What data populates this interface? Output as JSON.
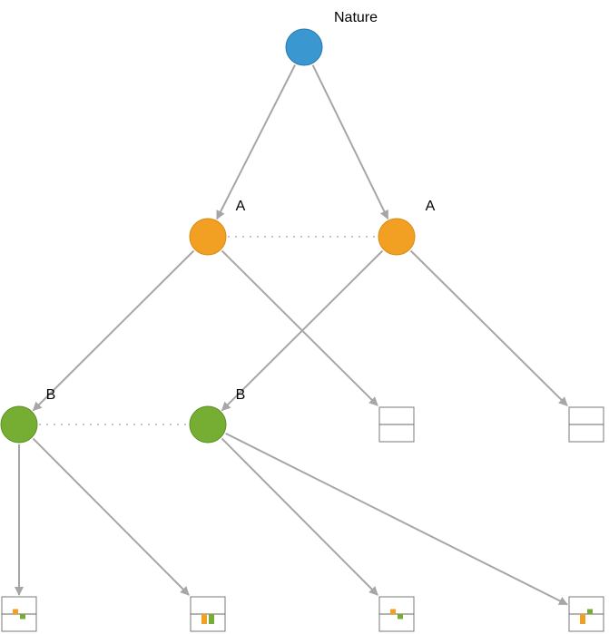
{
  "diagram": {
    "colors": {
      "nature": "#3a97cf",
      "player_a": "#f2a024",
      "player_b": "#76ad33",
      "edge": "#a6a6a6",
      "payoff_a": "#f2a024",
      "payoff_b": "#76ad33"
    },
    "nodes": [
      {
        "id": "nature",
        "label": "Nature",
        "player": "nature"
      },
      {
        "id": "a1",
        "label": "A",
        "player": "player_a"
      },
      {
        "id": "a2",
        "label": "A",
        "player": "player_a"
      },
      {
        "id": "b1",
        "label": "B",
        "player": "player_b"
      },
      {
        "id": "b2",
        "label": "B",
        "player": "player_b"
      }
    ],
    "payoffs": [
      {
        "id": "t1",
        "a": 0,
        "b": 0
      },
      {
        "id": "t2",
        "a": 0,
        "b": 0
      },
      {
        "id": "t3",
        "a": 1,
        "b": -1
      },
      {
        "id": "t4",
        "a": -2,
        "b": -2
      },
      {
        "id": "t5",
        "a": 1,
        "b": -1
      },
      {
        "id": "t6",
        "a": -2,
        "b": 1
      }
    ],
    "edges": [
      {
        "from": "nature",
        "to": "a1"
      },
      {
        "from": "nature",
        "to": "a2"
      },
      {
        "from": "a1",
        "to": "b1"
      },
      {
        "from": "a1",
        "to": "t1"
      },
      {
        "from": "a2",
        "to": "b2"
      },
      {
        "from": "a2",
        "to": "t2"
      },
      {
        "from": "b1",
        "to": "t3"
      },
      {
        "from": "b1",
        "to": "t4"
      },
      {
        "from": "b2",
        "to": "t5"
      },
      {
        "from": "b2",
        "to": "t6"
      }
    ],
    "information_sets": [
      [
        "a1",
        "a2"
      ],
      [
        "b1",
        "b2"
      ]
    ]
  }
}
